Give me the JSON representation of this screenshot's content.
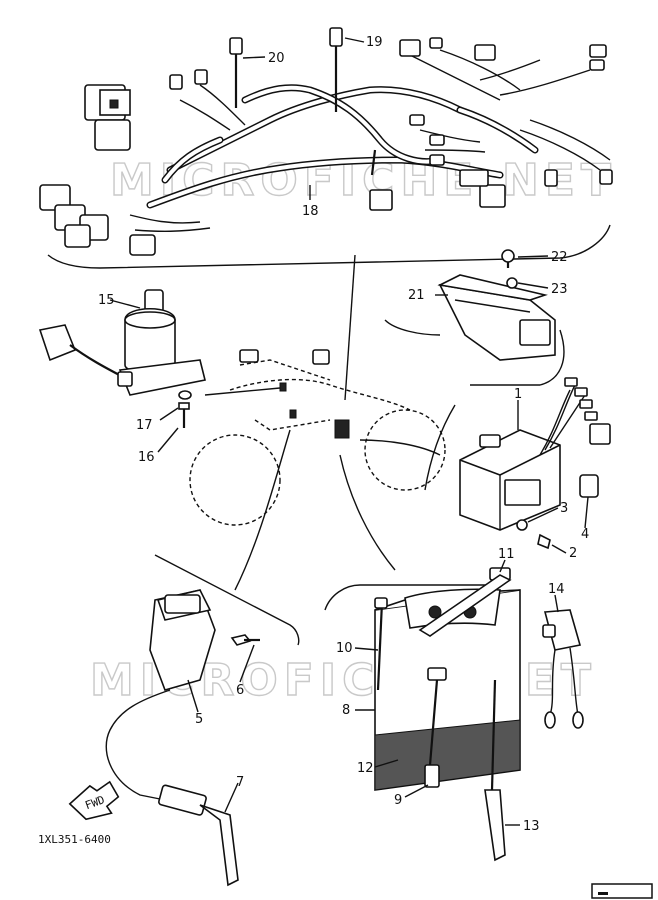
{
  "diagram": {
    "watermark": "MICROFICHE.NET",
    "code": "1XL351-6400",
    "fwd_label": "FWD",
    "callouts": [
      {
        "id": "c1",
        "text": "1"
      },
      {
        "id": "c2",
        "text": "2"
      },
      {
        "id": "c3",
        "text": "3"
      },
      {
        "id": "c4",
        "text": "4"
      },
      {
        "id": "c5",
        "text": "5"
      },
      {
        "id": "c6",
        "text": "6"
      },
      {
        "id": "c7",
        "text": "7"
      },
      {
        "id": "c8",
        "text": "8"
      },
      {
        "id": "c9",
        "text": "9"
      },
      {
        "id": "c10",
        "text": "10"
      },
      {
        "id": "c11",
        "text": "11"
      },
      {
        "id": "c12",
        "text": "12"
      },
      {
        "id": "c13",
        "text": "13"
      },
      {
        "id": "c14",
        "text": "14"
      },
      {
        "id": "c15",
        "text": "15"
      },
      {
        "id": "c16",
        "text": "16"
      },
      {
        "id": "c17",
        "text": "17"
      },
      {
        "id": "c18",
        "text": "18"
      },
      {
        "id": "c19",
        "text": "19"
      },
      {
        "id": "c20",
        "text": "20"
      },
      {
        "id": "c21",
        "text": "21"
      },
      {
        "id": "c22",
        "text": "22"
      },
      {
        "id": "c23",
        "text": "23"
      }
    ]
  }
}
